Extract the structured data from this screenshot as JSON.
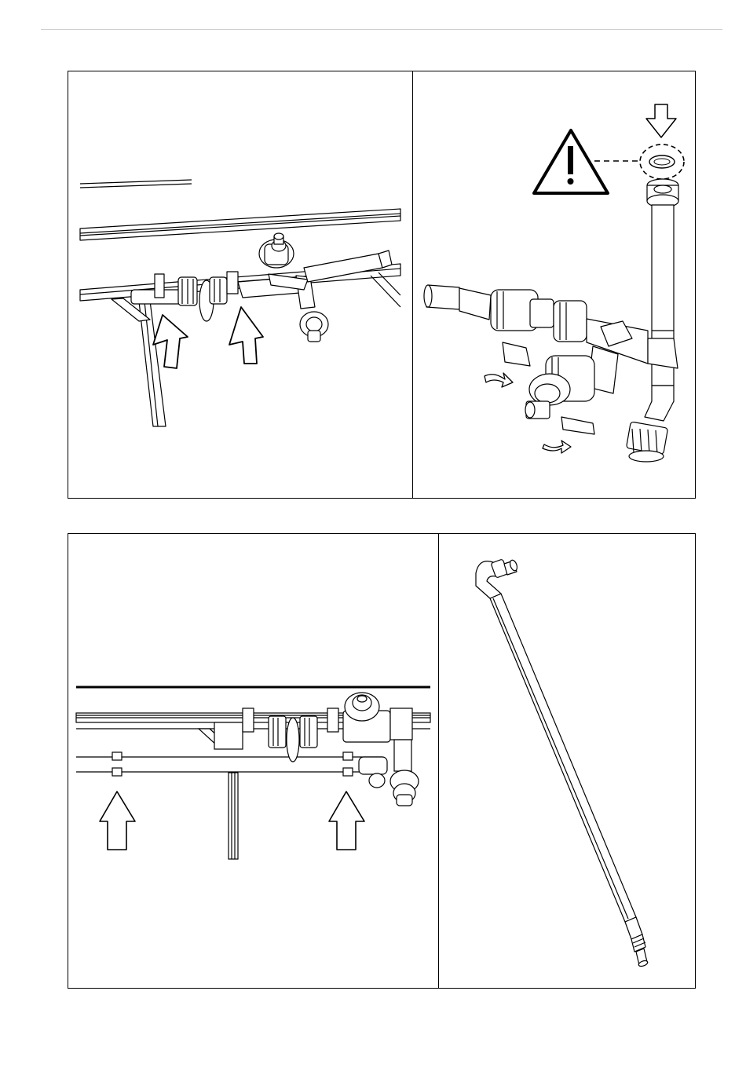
{
  "page": {
    "background": "#ffffff",
    "line_color": "#000000",
    "warning_symbol": "!"
  },
  "figures": [
    {
      "id": "fig1",
      "icon": "up-arrow-icon",
      "arrow_count": 2
    },
    {
      "id": "fig2",
      "icon": "warning-triangle-icon",
      "icon2": "down-arrow-icon",
      "icon3": "rotate-arrow-icon"
    },
    {
      "id": "fig3",
      "icon": "up-arrow-icon",
      "arrow_count": 2
    },
    {
      "id": "fig4",
      "icon": "hose-icon"
    }
  ]
}
